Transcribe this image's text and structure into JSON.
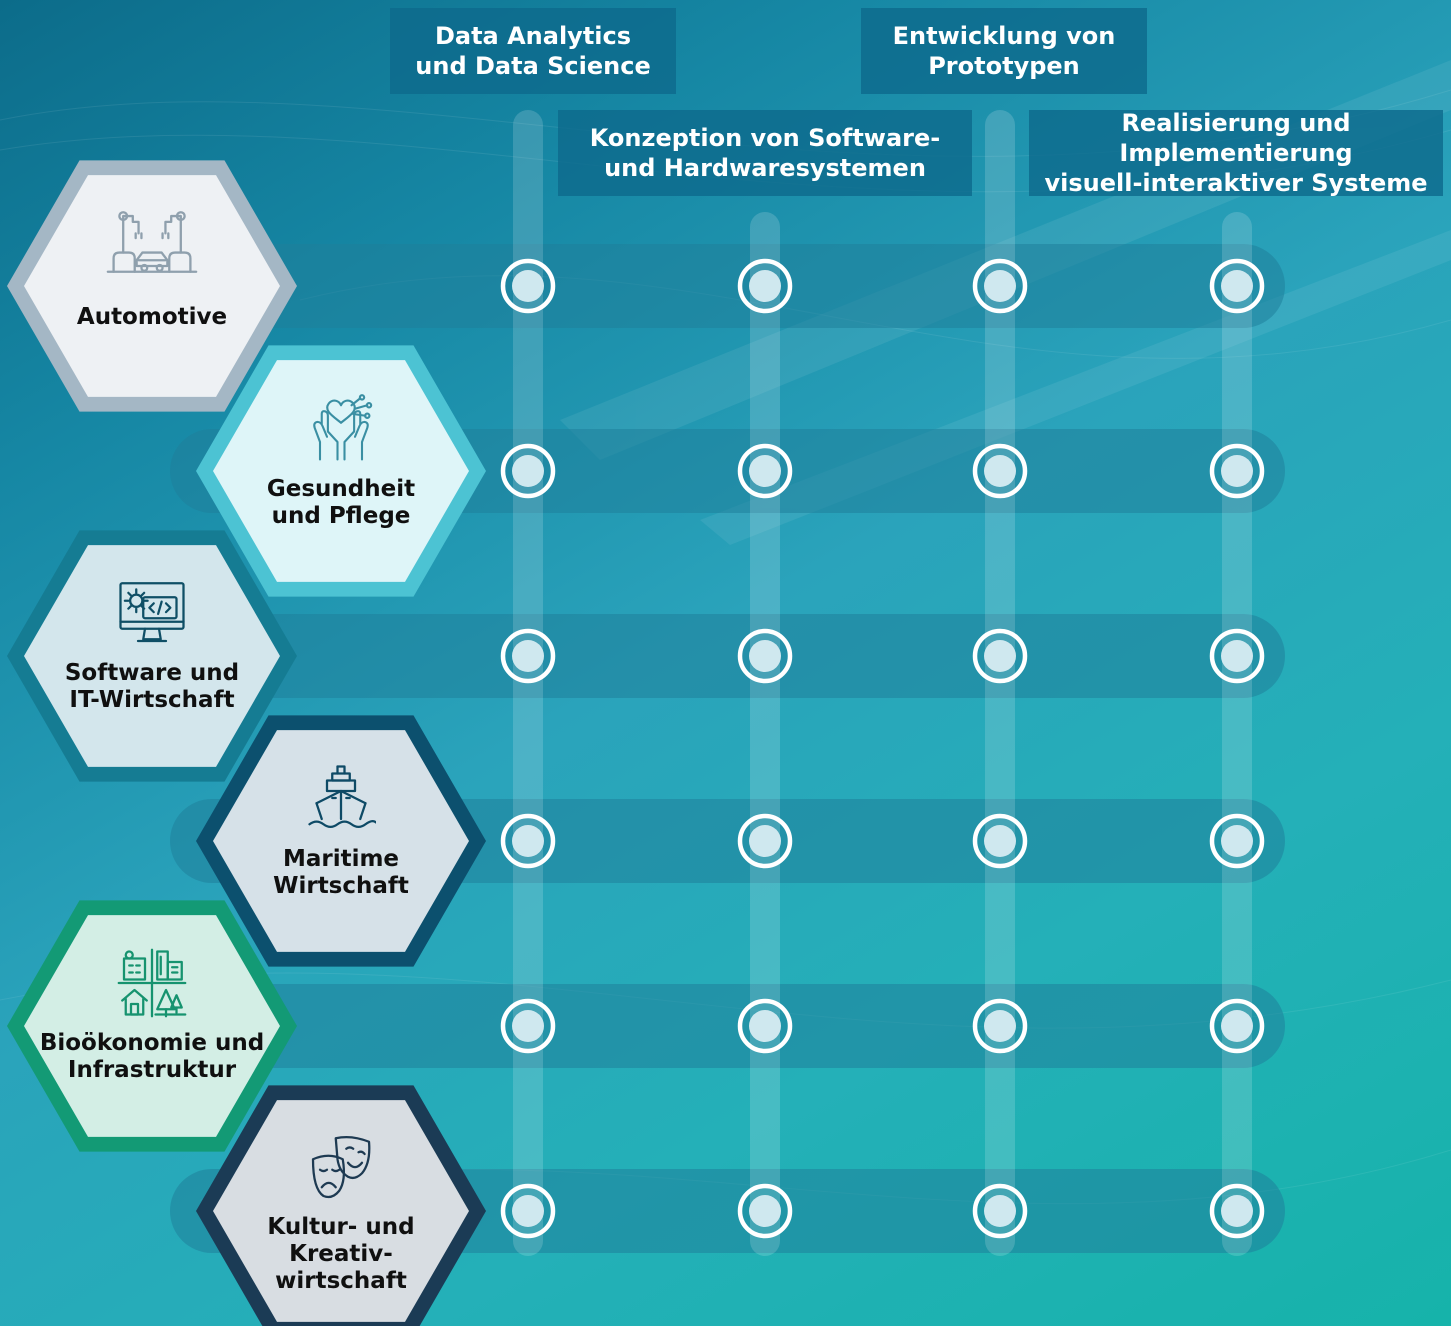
{
  "columns": [
    {
      "label": "Data Analytics\nund Data Science",
      "bg": "#0e6a8c"
    },
    {
      "label": "Konzeption von Software-\nund Hardwaresystemen",
      "bg": "#0e6a8c"
    },
    {
      "label": "Entwicklung von\nPrototypen",
      "bg": "#0e6a8c"
    },
    {
      "label": "Realisierung und Implementierung\nvisuell-interaktiver Systeme",
      "bg": "#0e6a8c"
    }
  ],
  "industries": [
    {
      "label": "Automotive",
      "icon": "robot-arms-car-icon",
      "border": "#a4b7c5",
      "fill": "#eef1f4"
    },
    {
      "label": "Gesundheit\nund Pflege",
      "icon": "hands-heart-icon",
      "border": "#4cc3d3",
      "fill": "#def5f8"
    },
    {
      "label": "Software und\nIT-Wirtschaft",
      "icon": "monitor-code-icon",
      "border": "#157c93",
      "fill": "#d3e6ec"
    },
    {
      "label": "Maritime\nWirtschaft",
      "icon": "ship-icon",
      "border": "#0c506e",
      "fill": "#d6e1e8"
    },
    {
      "label": "Bioökonomie und\nInfrastruktur",
      "icon": "buildings-trees-icon",
      "border": "#139a75",
      "fill": "#d3eee5"
    },
    {
      "label": "Kultur- und Kreativ-\nwirtschaft",
      "icon": "theater-masks-icon",
      "border": "#1b3b55",
      "fill": "#d8dde2"
    }
  ],
  "colors": {
    "band": "#1f7f9a",
    "node_ring": "#ffffff",
    "node_fill": "#cfe8ef"
  }
}
